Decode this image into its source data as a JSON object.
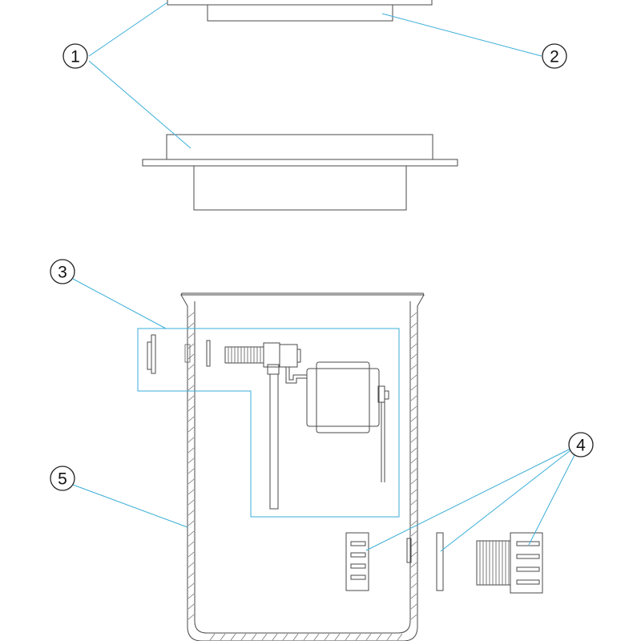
{
  "colors": {
    "leader": "#3aaed8",
    "line": "#4a4a4a",
    "callout_outline": "#222222"
  },
  "callouts": [
    {
      "id": "1",
      "label": "1"
    },
    {
      "id": "2",
      "label": "2"
    },
    {
      "id": "3",
      "label": "3"
    },
    {
      "id": "4",
      "label": "4"
    },
    {
      "id": "5",
      "label": "5"
    }
  ]
}
